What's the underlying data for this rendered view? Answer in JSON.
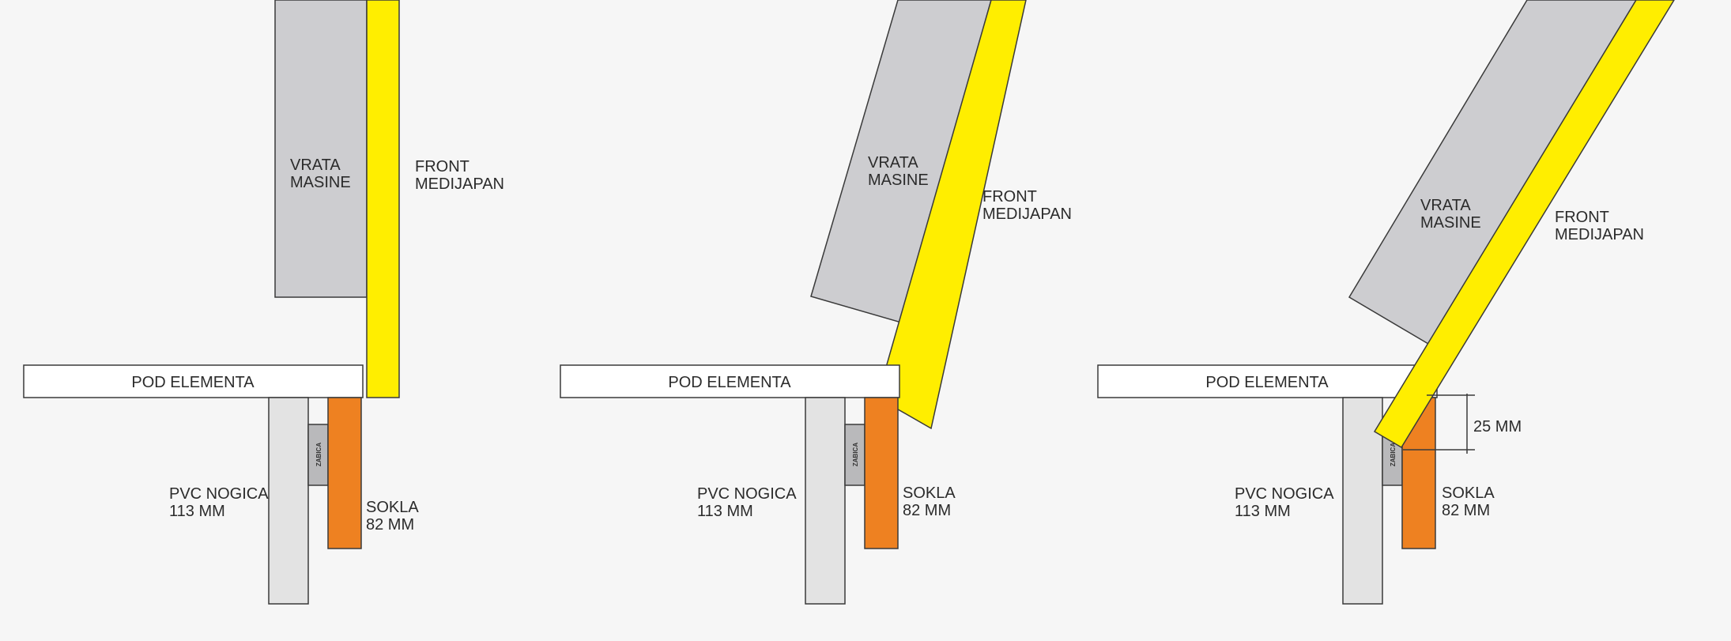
{
  "colors": {
    "background": "#f6f6f6",
    "door": "#cdcdd0",
    "front": "#ffee00",
    "plinth": "#ee8121",
    "leg": "#e3e3e3",
    "clip": "#b9b9bb",
    "floor": "#ffffff",
    "outline": "#3a3a3a"
  },
  "panels": [
    {
      "door_label": [
        "VRATA",
        "MASINE"
      ],
      "front_label": [
        "FRONT",
        "MEDIJAPAN"
      ],
      "floor_label": "POD ELEMENTA",
      "clip_label": "ZABICA",
      "leg_label": [
        "PVC NOGICA",
        "113 MM"
      ],
      "plinth_label": [
        "SOKLA",
        "82 MM"
      ]
    },
    {
      "door_label": [
        "VRATA",
        "MASINE"
      ],
      "front_label": [
        "FRONT",
        "MEDIJAPAN"
      ],
      "floor_label": "POD ELEMENTA",
      "clip_label": "ZABICA",
      "leg_label": [
        "PVC NOGICA",
        "113 MM"
      ],
      "plinth_label": [
        "SOKLA",
        "82 MM"
      ]
    },
    {
      "door_label": [
        "VRATA",
        "MASINE"
      ],
      "front_label": [
        "FRONT",
        "MEDIJAPAN"
      ],
      "floor_label": "POD ELEMENTA",
      "clip_label": "ZABICA",
      "leg_label": [
        "PVC NOGICA",
        "113 MM"
      ],
      "plinth_label": [
        "SOKLA",
        "82 MM"
      ],
      "dimension_label": "25 MM"
    }
  ]
}
